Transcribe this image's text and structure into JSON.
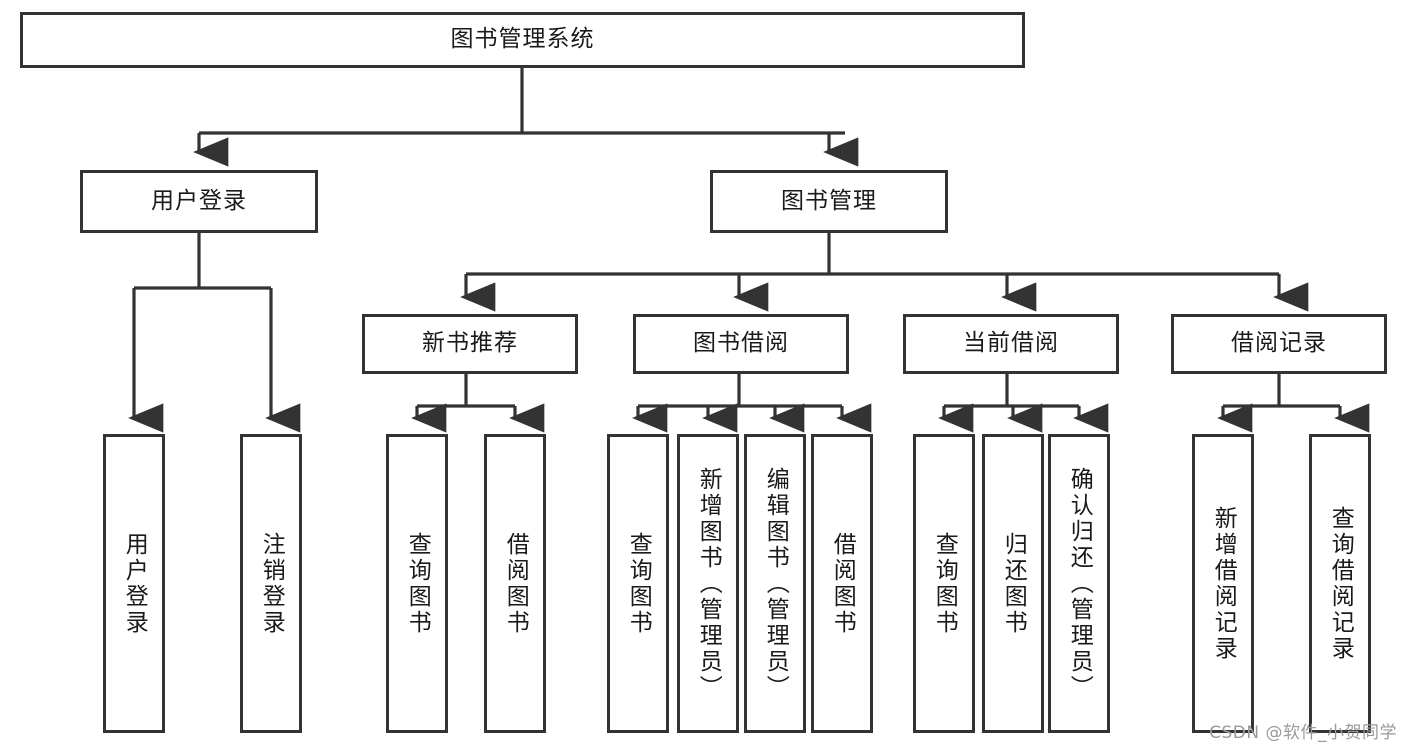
{
  "diagram": {
    "title": "图书管理系统",
    "type": "tree-hierarchy-chart",
    "colors": {
      "box_border": "#333333",
      "box_fill": "#ffffff",
      "edge": "#333333",
      "text": "#1a1a1a",
      "watermark": "#9a9a9a",
      "background": "#ffffff"
    },
    "root": {
      "label": "图书管理系统"
    },
    "level2": [
      {
        "label": "用户登录"
      },
      {
        "label": "图书管理"
      }
    ],
    "level3": [
      {
        "label": "新书推荐"
      },
      {
        "label": "图书借阅"
      },
      {
        "label": "当前借阅"
      },
      {
        "label": "借阅记录"
      }
    ],
    "leaves": {
      "user_login": [
        {
          "label": "用户登录"
        },
        {
          "label": "注销登录"
        }
      ],
      "new_book_recommend": [
        {
          "label": "查询图书"
        },
        {
          "label": "借阅图书"
        }
      ],
      "book_borrow": [
        {
          "label": "查询图书"
        },
        {
          "label": "新增图书（管理员）"
        },
        {
          "label": "编辑图书（管理员）"
        },
        {
          "label": "借阅图书"
        }
      ],
      "current_borrow": [
        {
          "label": "查询图书"
        },
        {
          "label": "归还图书"
        },
        {
          "label": "确认归还（管理员）"
        }
      ],
      "borrow_record": [
        {
          "label": "新增借阅记录"
        },
        {
          "label": "查询借阅记录"
        }
      ]
    },
    "watermark": "CSDN @软件_小贺同学"
  }
}
